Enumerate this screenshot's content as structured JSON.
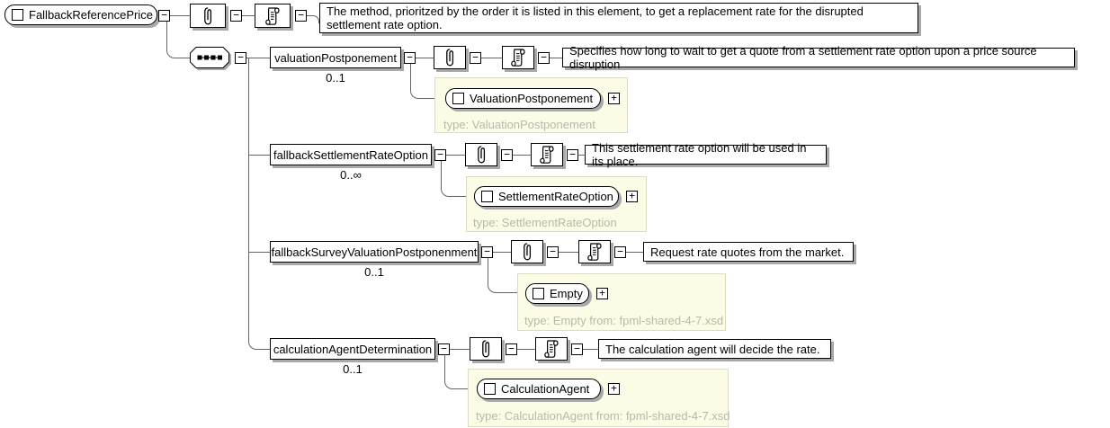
{
  "root": {
    "label": "FallbackReferencePrice",
    "doc": "The method, prioritzed by the order it is listed in this element, to get a replacement rate for the disrupted settlement rate option."
  },
  "compositor": "sequence",
  "children": [
    {
      "name": "valuationPostponement",
      "occurs": "0..1",
      "doc": "Specifies how long to wait to get a quote from a settlement rate option upon a price source disruption",
      "type_element": "ValuationPostponement",
      "type_note": "type: ValuationPostponement"
    },
    {
      "name": "fallbackSettlementRateOption",
      "occurs": "0..∞",
      "doc": "This settlement rate option will be used in its place.",
      "type_element": "SettlementRateOption",
      "type_note": "type: SettlementRateOption"
    },
    {
      "name": "fallbackSurveyValuationPostponenment",
      "occurs": "0..1",
      "doc": "Request rate quotes from the market.",
      "type_element": "Empty",
      "type_note": "type: Empty from: fpml-shared-4-7.xsd"
    },
    {
      "name": "calculationAgentDetermination",
      "occurs": "0..1",
      "doc": "The calculation agent will decide the rate.",
      "type_element": "CalculationAgent",
      "type_note": "type: CalculationAgent from: fpml-shared-4-7.xsd"
    }
  ],
  "glyphs": {
    "minus": "−",
    "plus": "+"
  },
  "icons": {
    "attributes": "paperclip-icon",
    "annotation": "scroll-icon",
    "compositor": "sequence-dots-icon",
    "element": "element-square-icon"
  },
  "colors": {
    "panel_bg": "#fbfbe6",
    "panel_border": "#dcdcc2",
    "type_text": "#b9b9ab",
    "shadow": "#a9a9a9",
    "line": "#666666"
  }
}
